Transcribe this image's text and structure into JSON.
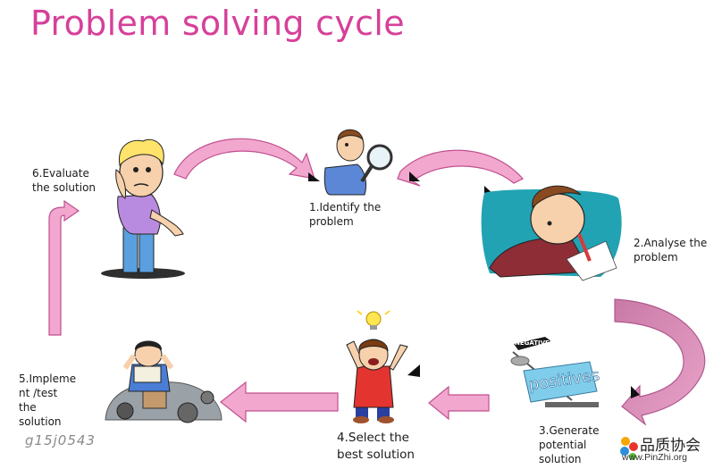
{
  "title": "Problem solving cycle",
  "steps": [
    {
      "id": 1,
      "label": "1.Identify the\nproblem",
      "icon": "magnifier-boy-icon"
    },
    {
      "id": 2,
      "label": "2.Analyse the\nproblem",
      "icon": "writing-boy-icon"
    },
    {
      "id": 3,
      "label": "3.Generate\npotential\nsolution",
      "icon": "positives-negatives-scale-icon"
    },
    {
      "id": 4,
      "label": "4.Select the\nbest solution",
      "icon": "lightbulb-boy-icon"
    },
    {
      "id": 5,
      "label": "5.Impleme\nnt /test\nthe\nsolution",
      "icon": "stressed-boy-on-junk-icon"
    },
    {
      "id": 6,
      "label": "6.Evaluate\nthe solution",
      "icon": "thinking-boy-icon"
    }
  ],
  "illustration_text": {
    "negatives": "NEGATIVES",
    "positives": "positives"
  },
  "watermark": "g15j0543",
  "brand": {
    "name": "品质协会",
    "url": "www.PinZhi.org",
    "icon": "pinzhi-logo-icon"
  },
  "colors": {
    "title": "#d6409a",
    "arrow_fill": "#f2a7cf",
    "arrow_stroke": "#c0508e",
    "arrow_dark": "#b0588c"
  }
}
